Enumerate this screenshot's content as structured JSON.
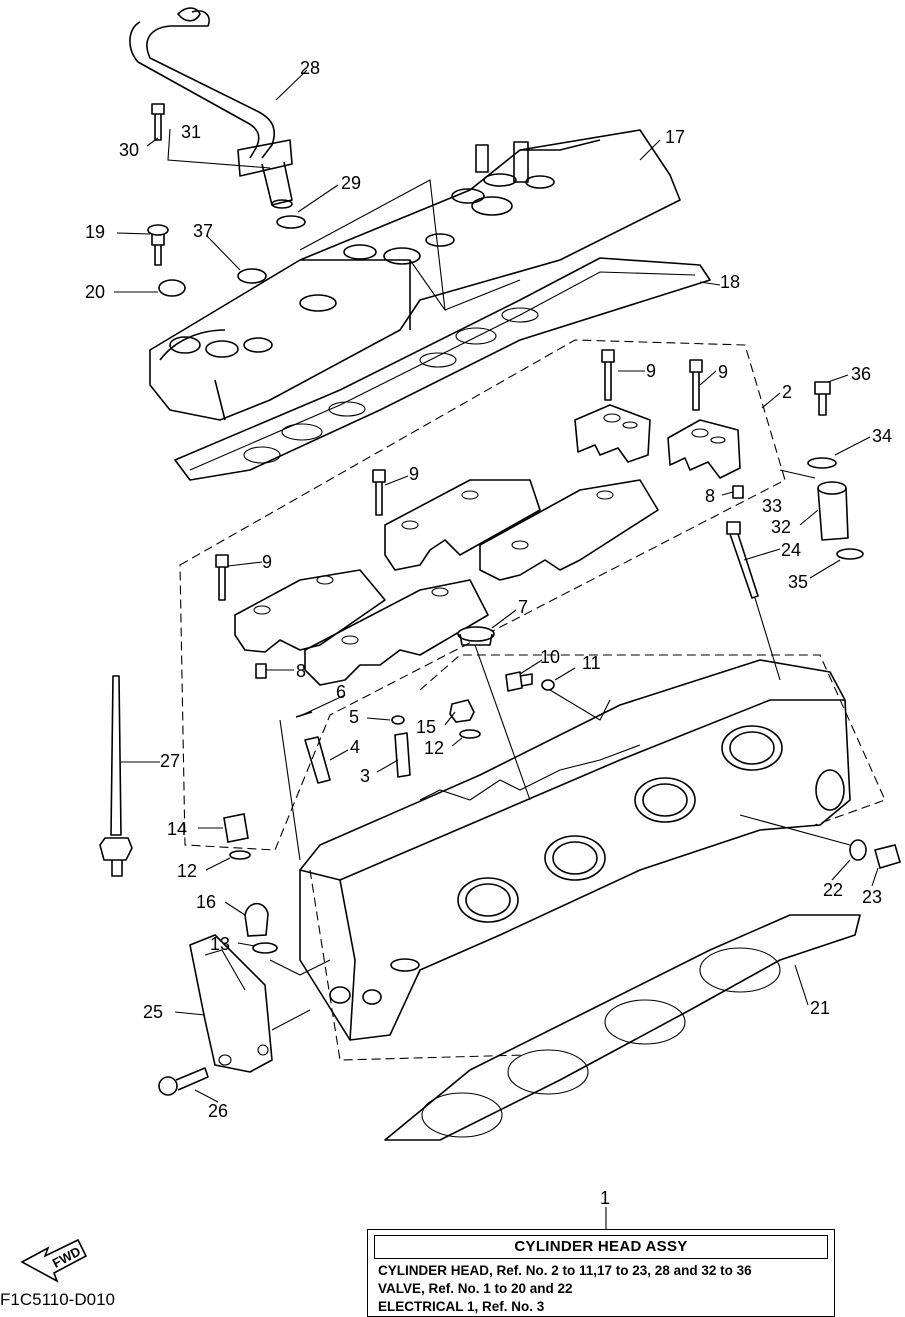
{
  "callouts": {
    "n1": "1",
    "n2": "2",
    "n3": "3",
    "n4": "4",
    "n5": "5",
    "n6": "6",
    "n7": "7",
    "n8a": "8",
    "n8b": "8",
    "n9a": "9",
    "n9b": "9",
    "n9c": "9",
    "n9d": "9",
    "n10": "10",
    "n11": "11",
    "n12a": "12",
    "n12b": "12",
    "n13": "13",
    "n14": "14",
    "n15": "15",
    "n16": "16",
    "n17": "17",
    "n18": "18",
    "n19": "19",
    "n20": "20",
    "n21": "21",
    "n22": "22",
    "n23": "23",
    "n24": "24",
    "n25": "25",
    "n26": "26",
    "n27": "27",
    "n28": "28",
    "n29": "29",
    "n30": "30",
    "n31": "31",
    "n32": "32",
    "n33": "33",
    "n34": "34",
    "n35": "35",
    "n36": "36",
    "n37": "37"
  },
  "legend": {
    "title": "CYLINDER HEAD ASSY",
    "line1": "CYLINDER HEAD, Ref. No. 2 to 11,17 to 23, 28 and 32 to 36",
    "line2": "VALVE, Ref. No. 1 to 20 and 22",
    "line3": "ELECTRICAL 1, Ref. No. 3"
  },
  "fwd_label": "FWD",
  "figure_code": "F1C5110-D010",
  "icons": {
    "forward-arrow": "fwd-arrow-icon"
  }
}
